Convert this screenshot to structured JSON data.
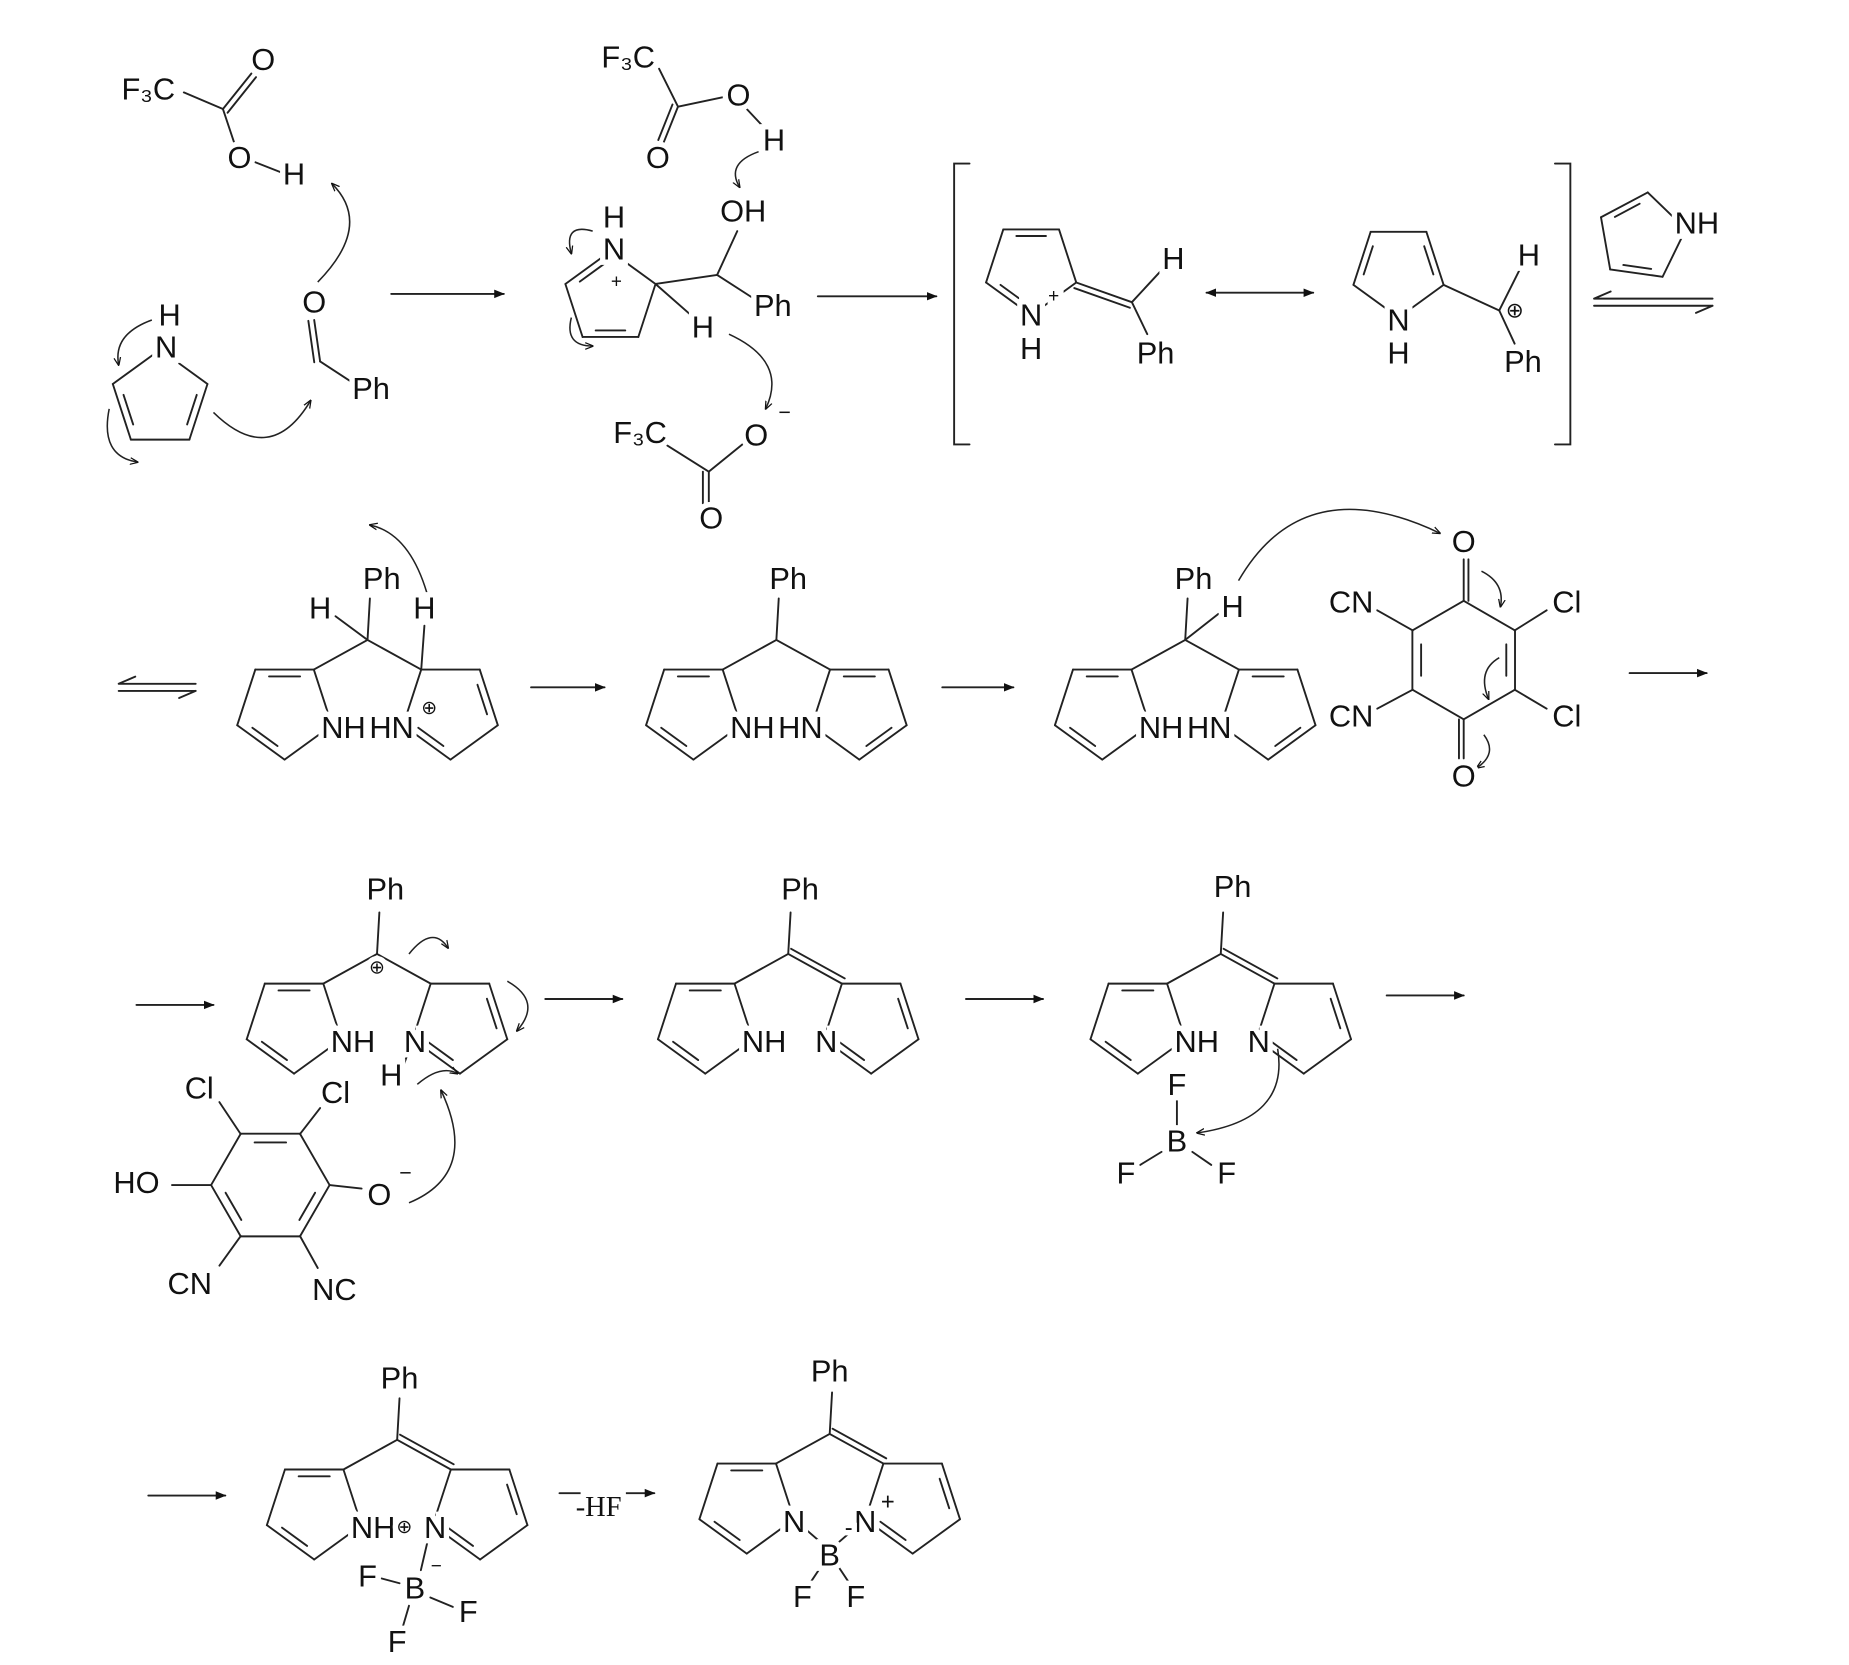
{
  "tfa_acid": [
    "F₃C",
    "O",
    "O",
    "H"
  ],
  "pyrrole_a": [
    "H",
    "N"
  ],
  "benzaldehyde": [
    "O",
    "Ph"
  ],
  "int2_acid": [
    "F₃C",
    "O",
    "O",
    "H"
  ],
  "int2_pyrrolium": [
    "H",
    "N",
    "+",
    "OH",
    "Ph",
    "H"
  ],
  "int2_anion": [
    "F₃C",
    "O",
    "−",
    "O"
  ],
  "res_a": [
    "N",
    "+",
    "H",
    "H",
    "Ph"
  ],
  "res_b": [
    "N",
    "H",
    "H",
    "⊕",
    "Ph"
  ],
  "pyrrole_b": [
    "NH"
  ],
  "dpm_protonated": [
    "Ph",
    "H",
    "H",
    "NH",
    "HN",
    "⊕"
  ],
  "dpm": [
    "Ph",
    "NH",
    "HN"
  ],
  "dpm_2": [
    "Ph",
    "H",
    "NH",
    "HN"
  ],
  "ddq": [
    "O",
    "O",
    "CN",
    "CN",
    "Cl",
    "Cl"
  ],
  "cation": [
    "Ph",
    "⊕",
    "NH",
    "N",
    "H"
  ],
  "ddqh": [
    "Cl",
    "Cl",
    "HO",
    "O",
    "−",
    "CN",
    "NC"
  ],
  "dipyrrin": [
    "Ph",
    "NH",
    "N"
  ],
  "dipyrrin_bf3": [
    "Ph",
    "NH",
    "N",
    "F",
    "B",
    "F",
    "F"
  ],
  "adduct": [
    "Ph",
    "NH",
    "⊕",
    "N",
    "F",
    "B",
    "−",
    "F",
    "F"
  ],
  "bodipy": [
    "Ph",
    "N",
    "N",
    "+",
    "-",
    "B",
    "F",
    "F"
  ],
  "arrow_label": "-HF"
}
